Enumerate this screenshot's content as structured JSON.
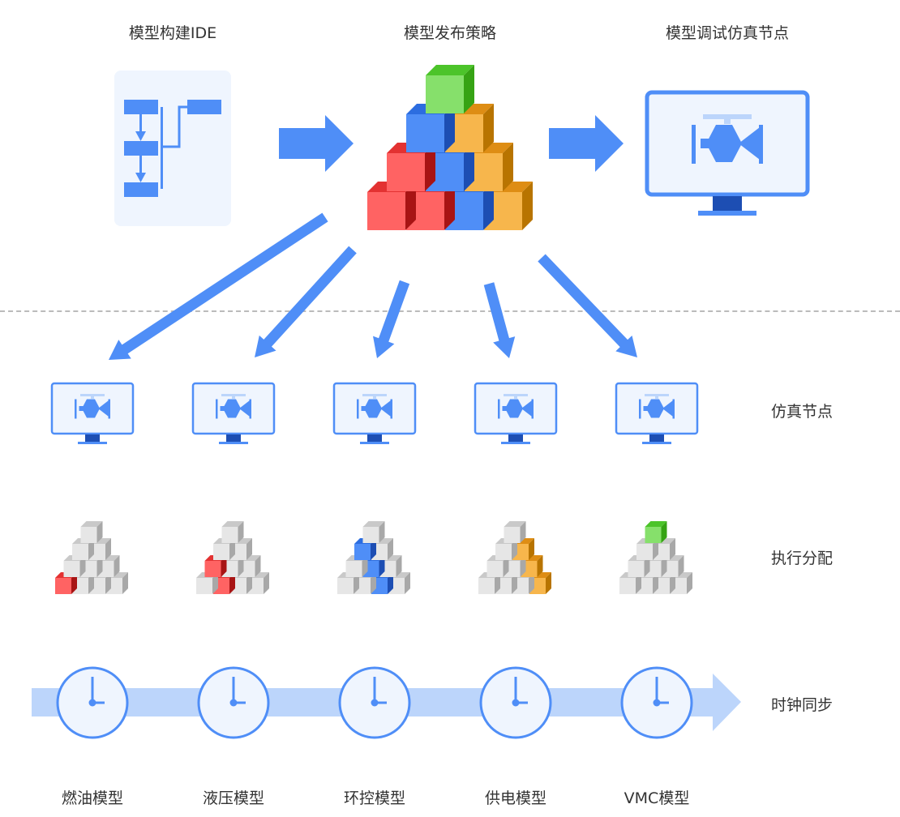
{
  "top_titles": {
    "ide": "模型构建IDE",
    "publish": "模型发布策略",
    "debug": "模型调试仿真节点"
  },
  "row_labels": {
    "nodes": "仿真节点",
    "allocation": "执行分配",
    "clock": "时钟同步"
  },
  "models": [
    {
      "name": "燃油模型",
      "highlight_color": "red",
      "highlight_cells": [
        [
          3,
          0
        ]
      ]
    },
    {
      "name": "液压模型",
      "highlight_color": "red",
      "highlight_cells": [
        [
          2,
          0
        ],
        [
          3,
          1
        ]
      ]
    },
    {
      "name": "环控模型",
      "highlight_color": "blue",
      "highlight_cells": [
        [
          1,
          0
        ],
        [
          2,
          1
        ],
        [
          3,
          2
        ]
      ]
    },
    {
      "name": "供电模型",
      "highlight_color": "orange",
      "highlight_cells": [
        [
          1,
          1
        ],
        [
          2,
          2
        ],
        [
          3,
          3
        ]
      ]
    },
    {
      "name": "VMC模型",
      "highlight_color": "green",
      "highlight_cells": [
        [
          0,
          0
        ]
      ]
    }
  ],
  "colors": {
    "accent": "#4f8ef7",
    "accent_dark": "#1d4eb3",
    "light_blue": "#bcd5fb",
    "panel_bg": "#eff5fe",
    "red": "#ff6363",
    "orange": "#f7b64c",
    "green": "#86e06b",
    "gray": "#e4e4e4"
  }
}
